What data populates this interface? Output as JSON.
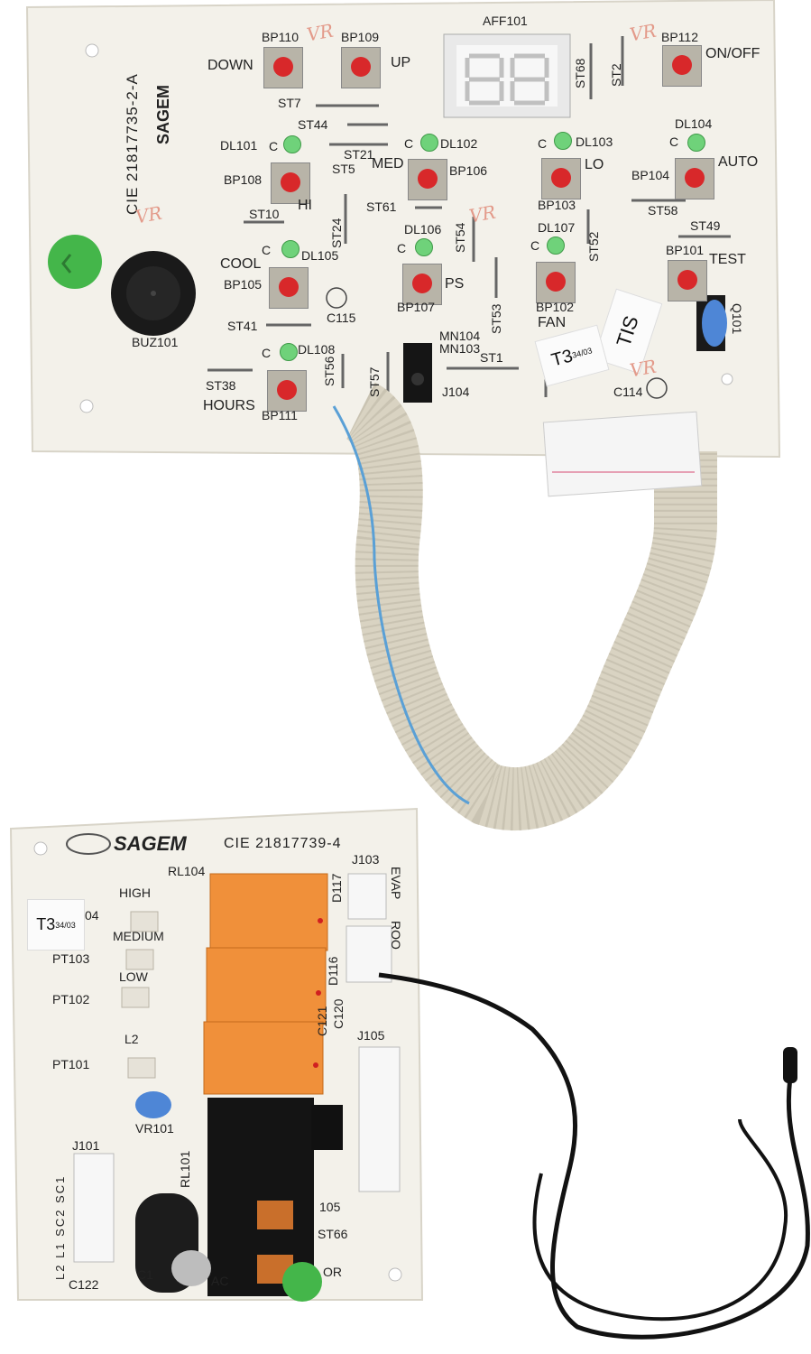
{
  "upper_board": {
    "part_number": "CIE 21817735-2-A",
    "brand": "SAGEM",
    "display_ref": "AFF101",
    "buzzer_ref": "BUZ101",
    "buttons": [
      {
        "ref": "BP110",
        "label": "DOWN"
      },
      {
        "ref": "BP109",
        "label": "UP"
      },
      {
        "ref": "BP112",
        "label": "ON/OFF"
      },
      {
        "ref": "BP108",
        "label": "HI"
      },
      {
        "ref": "BP106",
        "label": "MED"
      },
      {
        "ref": "BP103",
        "label": "LO"
      },
      {
        "ref": "BP104",
        "label": "AUTO"
      },
      {
        "ref": "BP105",
        "label": "COOL"
      },
      {
        "ref": "BP107",
        "label": "PS"
      },
      {
        "ref": "BP102",
        "label": "FAN"
      },
      {
        "ref": "BP101",
        "label": "TEST"
      },
      {
        "ref": "BP111",
        "label": "HOURS"
      }
    ],
    "leds": [
      "DL101",
      "DL102",
      "DL103",
      "DL104",
      "DL105",
      "DL106",
      "DL107",
      "DL108"
    ],
    "led_pin": "C",
    "straps": [
      "ST7",
      "ST44",
      "ST21",
      "ST5",
      "ST10",
      "ST24",
      "ST61",
      "ST54",
      "ST52",
      "ST58",
      "ST49",
      "ST41",
      "ST38",
      "ST56",
      "ST57",
      "ST53",
      "ST1",
      "ST68",
      "ST2"
    ],
    "other_refs": [
      "C115",
      "C114",
      "MN104",
      "MN103",
      "J104",
      "Q101"
    ],
    "stickers": [
      "TIS",
      "T3",
      "34/03"
    ],
    "vr_marks": [
      "VR",
      "VR",
      "VR",
      "VR",
      "VR"
    ]
  },
  "lower_board": {
    "part_number": "CIE 21817739-4",
    "brand": "SAGEM",
    "labels": [
      "RL104",
      "HIGH",
      "MEDIUM",
      "LOW",
      "L2",
      "PT103",
      "PT102",
      "PT101",
      "D117",
      "D116",
      "J103",
      "EVAP",
      "ROO",
      "J105",
      "J101",
      "RL101",
      "C121",
      "C120",
      "ST66",
      "C122",
      "C1",
      "AC",
      "OR",
      "105",
      "04",
      "VR101",
      "L2 L1 SC2 SC1"
    ],
    "stickers": [
      "T3",
      "34/03"
    ]
  },
  "colors": {
    "board": "#f3f1ea",
    "button_red": "#d8282a",
    "led_green": "#6fd27a",
    "relay_orange": "#f0903a",
    "ribbon": "#d9d3c2",
    "ribbon_stripe": "#5aa0d6"
  }
}
